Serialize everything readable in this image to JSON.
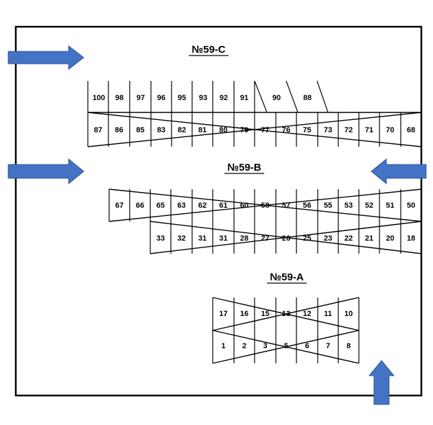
{
  "sections": [
    {
      "label": "№59-C",
      "rows": [
        [
          "100",
          "98",
          "97",
          "96",
          "95",
          "93",
          "92",
          "91",
          "90",
          "88"
        ],
        [
          "87",
          "86",
          "85",
          "83",
          "82",
          "81",
          "80",
          "79",
          "77",
          "76",
          "75",
          "73",
          "72",
          "71",
          "70",
          "68"
        ]
      ]
    },
    {
      "label": "№59-B",
      "rows": [
        [
          "67",
          "66",
          "65",
          "63",
          "62",
          "61",
          "60",
          "58",
          "57",
          "56",
          "55",
          "53",
          "52",
          "51",
          "50"
        ],
        [
          "33",
          "32",
          "31",
          "31",
          "28",
          "27",
          "26",
          "25",
          "23",
          "22",
          "21",
          "20",
          "18"
        ]
      ]
    },
    {
      "label": "№59-A",
      "rows": [
        [
          "17",
          "16",
          "15",
          "13",
          "12",
          "11",
          "10"
        ],
        [
          "1",
          "2",
          "3",
          "5",
          "6",
          "7",
          "8"
        ]
      ]
    }
  ],
  "arrows": [
    {
      "name": "arrow-right-top",
      "direction": "right",
      "color": "#4472C4"
    },
    {
      "name": "arrow-right-middle",
      "direction": "right",
      "color": "#4472C4"
    },
    {
      "name": "arrow-left-middle",
      "direction": "left",
      "color": "#4472C4"
    },
    {
      "name": "arrow-up-bottom",
      "direction": "up",
      "color": "#4472C4"
    }
  ]
}
